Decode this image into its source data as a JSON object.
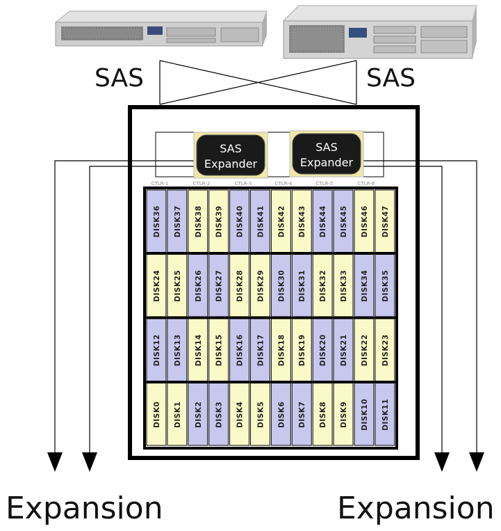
{
  "labels": {
    "sas_left": "SAS",
    "sas_right": "SAS",
    "expansion_left": "Expansion",
    "expansion_right": "Expansion"
  },
  "expanders": [
    {
      "line1": "SAS",
      "line2": "Expander"
    },
    {
      "line1": "SAS",
      "line2": "Expander"
    }
  ],
  "controllers": [
    "CTLR-1",
    "CTLR-2",
    "CTLR-3",
    "CTLR-4",
    "CTLR-5",
    "CTLR-6"
  ],
  "disk_rows": [
    [
      "DISK36",
      "DISK37",
      "DISK38",
      "DISK39",
      "DISK40",
      "DISK41",
      "DISK42",
      "DISK43",
      "DISK44",
      "DISK45",
      "DISK46",
      "DISK47"
    ],
    [
      "DISK24",
      "DISK25",
      "DISK26",
      "DISK27",
      "DISK28",
      "DISK29",
      "DISK30",
      "DISK31",
      "DISK32",
      "DISK33",
      "DISK34",
      "DISK35"
    ],
    [
      "DISK12",
      "DISK13",
      "DISK14",
      "DISK15",
      "DISK16",
      "DISK17",
      "DISK18",
      "DISK19",
      "DISK20",
      "DISK21",
      "DISK22",
      "DISK23"
    ],
    [
      "DISK0",
      "DISK1",
      "DISK2",
      "DISK3",
      "DISK4",
      "DISK5",
      "DISK6",
      "DISK7",
      "DISK8",
      "DISK9",
      "DISK10",
      "DISK11"
    ]
  ],
  "colors": {
    "disk_purple": "#c8c8ee",
    "disk_yellow": "#fafac8",
    "expander_fill": "#1a1a1a",
    "expander_tab": "#f0e8a8",
    "line": "#000000"
  }
}
